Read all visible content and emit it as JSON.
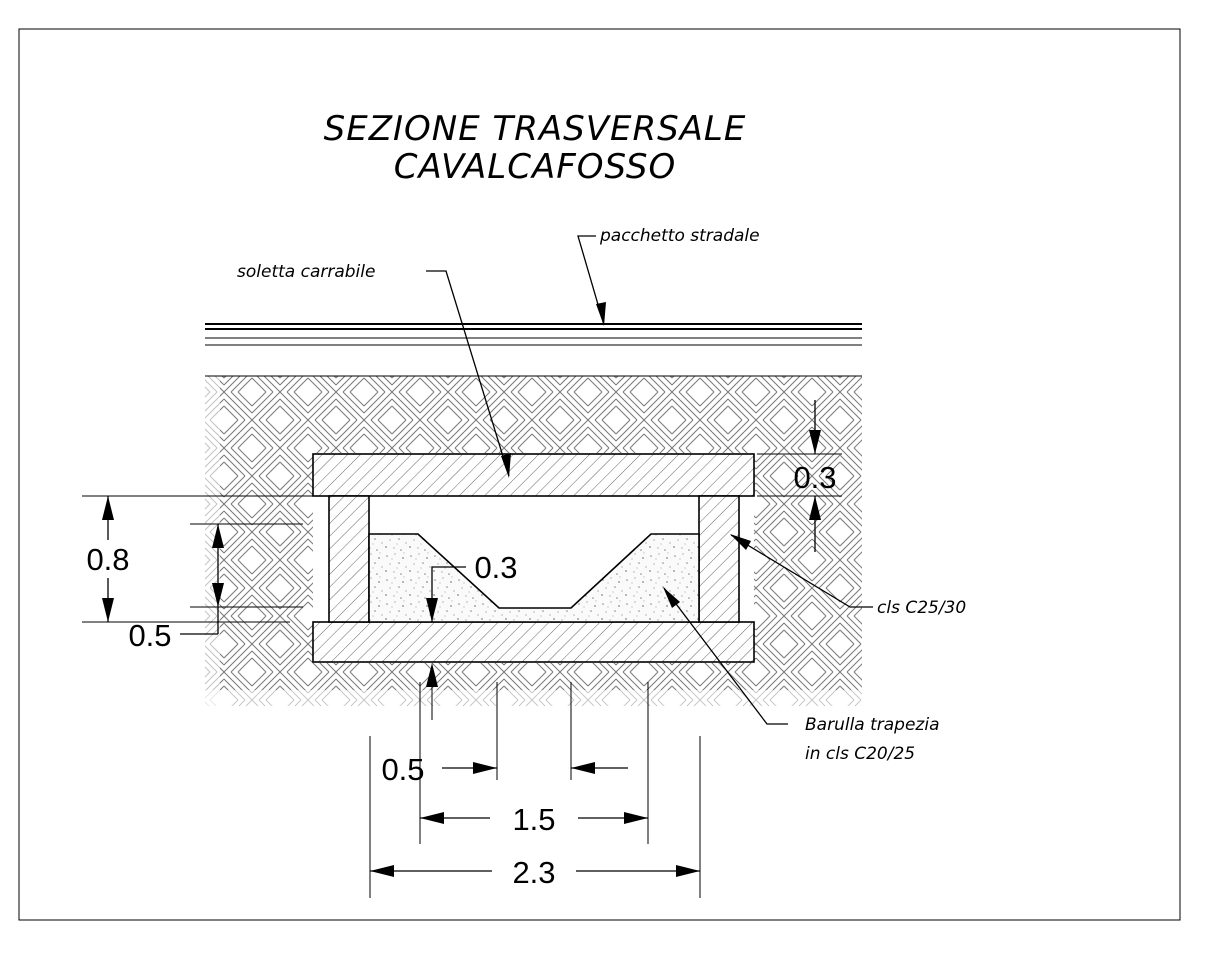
{
  "title": {
    "line1": "SEZIONE TRASVERSALE",
    "line2": "CAVALCAFOSSO"
  },
  "labels": {
    "road_package": "pacchetto stradale",
    "deck_slab": "soletta carrabile",
    "concrete_class": "cls C25/30",
    "trapezoid_line1": "Barulla trapezia",
    "trapezoid_line2": "in cls C20/25"
  },
  "dimensions": {
    "slab_thickness": "0.3",
    "wall_height": "0.8",
    "inner_height": "0.5",
    "channel_depth": "0.3",
    "bottom_offset": "0.5",
    "channel_width": "1.5",
    "total_width": "2.3"
  }
}
